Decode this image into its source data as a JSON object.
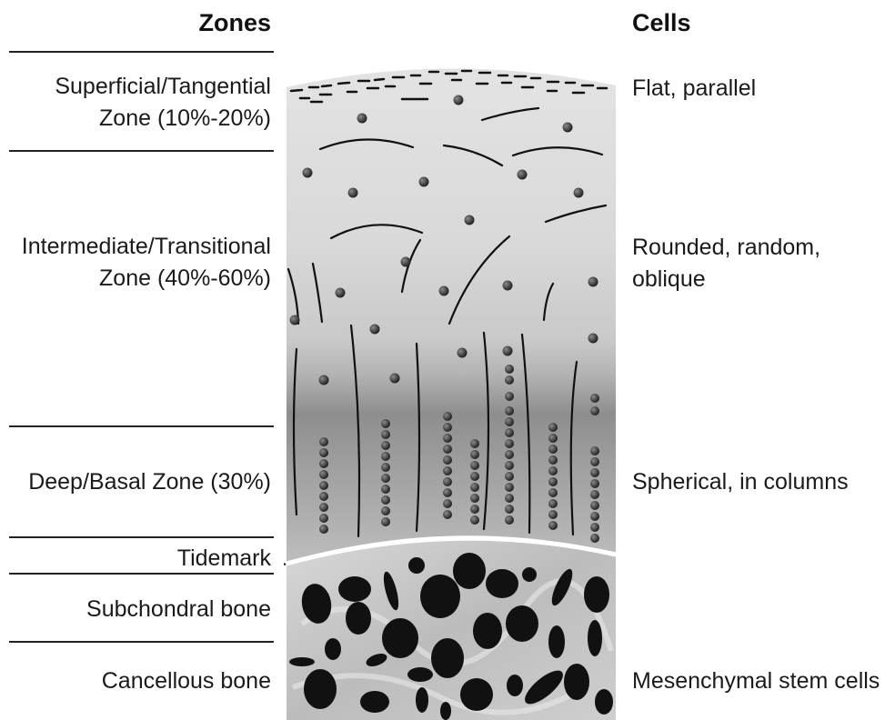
{
  "headers": {
    "zones": "Zones",
    "cells": "Cells"
  },
  "zones": {
    "superficial_l1": "Superficial/Tangential",
    "superficial_l2": "Zone (10%-20%)",
    "intermediate_l1": "Intermediate/Transitional",
    "intermediate_l2": "Zone (40%-60%)",
    "deep": "Deep/Basal Zone (30%)",
    "tidemark": "Tidemark",
    "subchondral": "Subchondral bone",
    "cancellous": "Cancellous bone"
  },
  "cells": {
    "superficial": "Flat, parallel",
    "intermediate": "Rounded, random, oblique",
    "deep": "Spherical, in columns",
    "cancellous": "Mesenchymal stem cells"
  }
}
